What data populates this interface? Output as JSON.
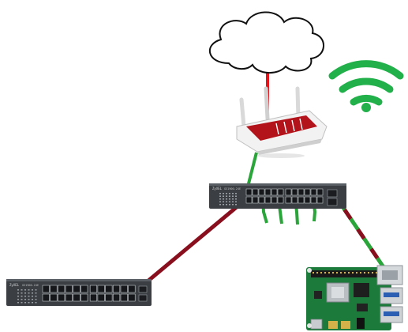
{
  "devices": {
    "cloud": {
      "icon": "cloud-icon"
    },
    "wifi": {
      "icon": "wifi-icon",
      "color": "#22b04b"
    },
    "router": {
      "icon": "router-icon",
      "body_color": "#f2f2f2",
      "accent_color": "#b3141c"
    },
    "main_switch": {
      "icon": "network-switch-icon",
      "brand": "ZyXEL",
      "model": "GS1900-24E",
      "color": "#3b3f44"
    },
    "secondary_switch": {
      "icon": "network-switch-icon",
      "brand": "ZyXEL",
      "model": "GS1900-24E",
      "color": "#3b3f44"
    },
    "raspberry_pi": {
      "icon": "raspberry-pi-icon",
      "board_color": "#1c7a3b"
    }
  },
  "links": {
    "wan_color": "#e8141c",
    "lan_green": "#2aa53a",
    "trunk_color": "#8a0f1e",
    "dash_pattern": "green-red"
  }
}
